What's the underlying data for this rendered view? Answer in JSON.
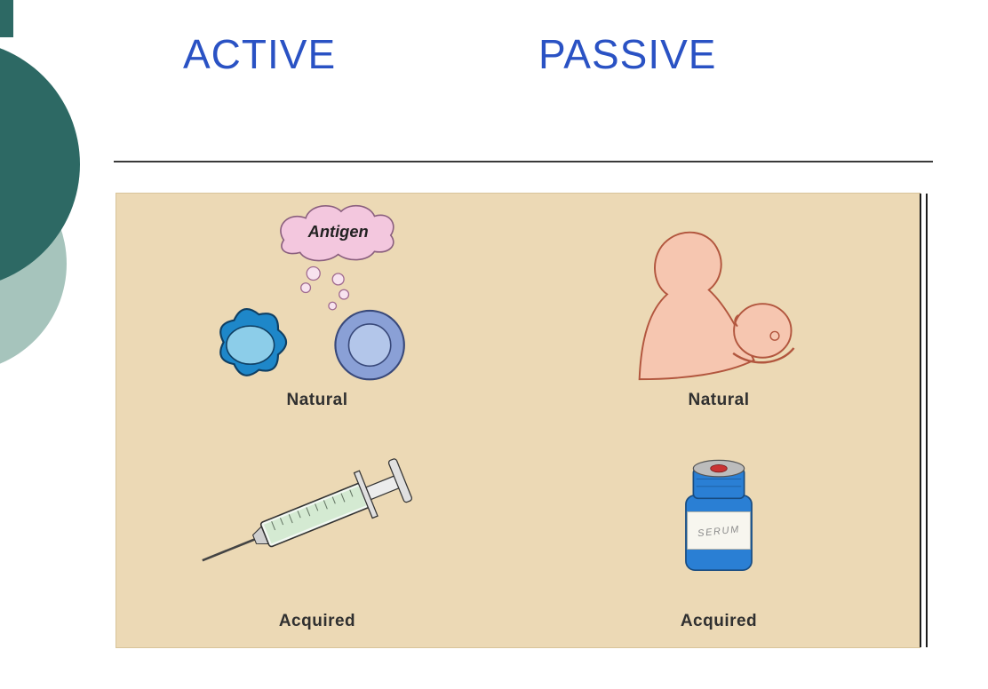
{
  "titles": {
    "active": "ACTIVE",
    "passive": "PASSIVE"
  },
  "panel": {
    "quadrants": {
      "active_natural": {
        "caption": "Natural",
        "cloud_label": "Antigen"
      },
      "passive_natural": {
        "caption": "Natural"
      },
      "active_acquired": {
        "caption": "Acquired"
      },
      "passive_acquired": {
        "caption": "Acquired",
        "jar_label": "SERUM"
      }
    }
  },
  "icons": {
    "active_natural": "antigen-cloud-with-cells",
    "passive_natural": "mother-holding-baby",
    "active_acquired": "syringe",
    "passive_acquired": "serum-jar"
  },
  "colors": {
    "title_blue": "#2a52c4",
    "panel_beige": "#ecd9b5",
    "decor_dark_teal": "#2d6964",
    "decor_light_teal": "#a6c4bc",
    "caption": "#303030",
    "cloud_pink": "#f3c7de",
    "cell_blue": "#1e87c9",
    "ring_periwinkle": "#8aa0d6",
    "skin_peach": "#f6c6b0",
    "jar_blue": "#2a7fd4"
  }
}
